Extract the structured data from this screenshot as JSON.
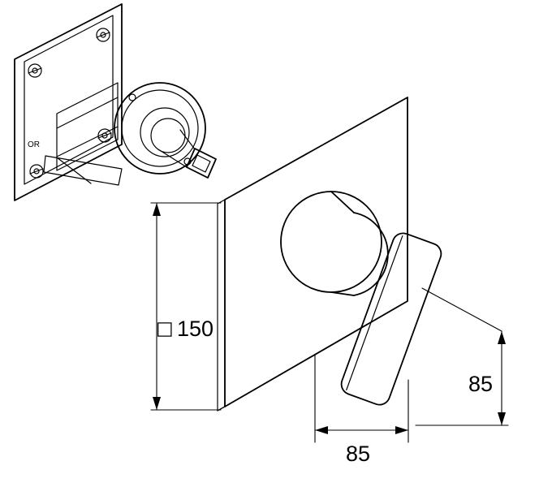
{
  "drawing": {
    "labels": {
      "plate_dimension": "150",
      "projection_dimension": "85",
      "height_dimension": "85",
      "body_marking": "OR"
    },
    "symbols": {
      "square": "□"
    },
    "colors": {
      "line": "#000000",
      "background": "#ffffff"
    }
  }
}
